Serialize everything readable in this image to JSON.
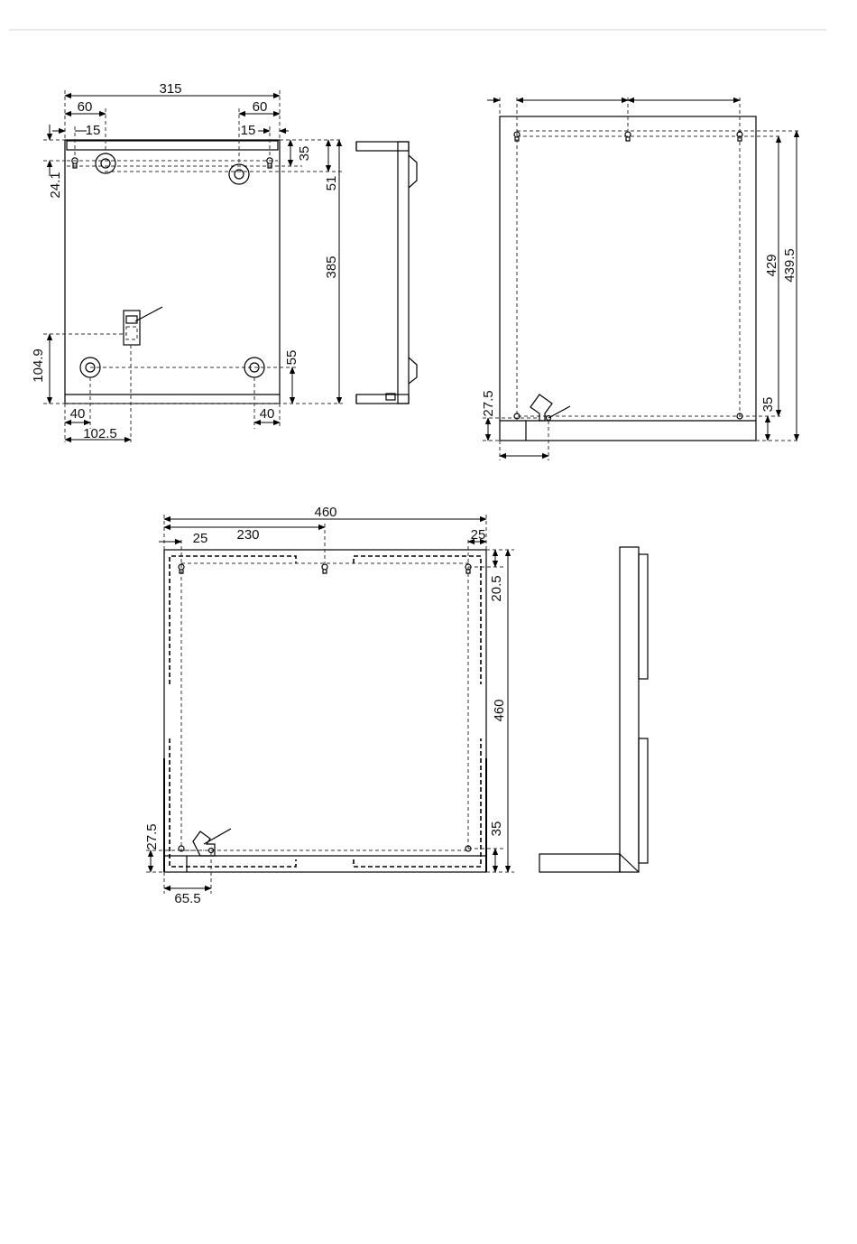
{
  "drawing_1": {
    "width_total": "315",
    "left_offset_60": "60",
    "right_offset_60": "60",
    "left_offset_15": "15",
    "right_offset_15": "15",
    "top_24_1": "24.1",
    "right_35": "35",
    "right_51": "51",
    "height_385": "385",
    "bottom_104_9": "104.9",
    "bottom_55": "55",
    "bottom_left_40": "40",
    "bottom_right_40": "40",
    "bottom_102_5": "102.5"
  },
  "drawing_2": {
    "height_429": "429",
    "height_439_5": "439.5",
    "bottom_35": "35",
    "bottom_27_5": "27.5"
  },
  "drawing_3": {
    "width_460": "460",
    "half_230": "230",
    "left_25": "25",
    "right_25": "25",
    "top_20_5": "20.5",
    "height_460": "460",
    "bottom_35": "35",
    "bottom_27_5": "27.5",
    "bottom_65_5": "65.5"
  }
}
